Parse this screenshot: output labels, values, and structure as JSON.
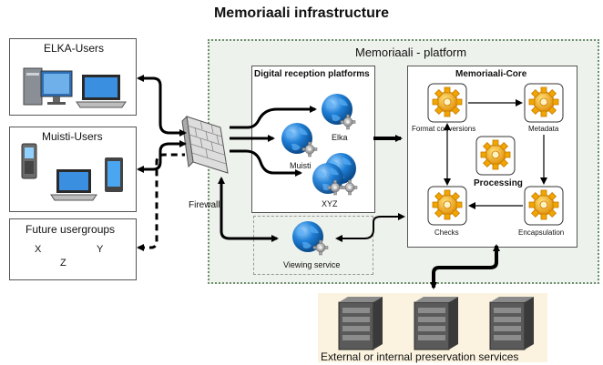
{
  "title": "Memoriaali infrastructure",
  "platform": {
    "label": "Memoriaali - platform"
  },
  "user_groups": {
    "elka": "ELKA-Users",
    "muisti": "Muisti-Users",
    "future": "Future usergroups",
    "future_letters": [
      "X",
      "Y",
      "Z"
    ]
  },
  "firewall": "Firewall",
  "reception": {
    "title": "Digital reception platforms",
    "items": [
      "Elka",
      "Muisti",
      "XYZ"
    ]
  },
  "core": {
    "title": "Memoriaali-Core",
    "nodes": [
      "Format conversions",
      "Metadata",
      "Processing",
      "Checks",
      "Encapsulation"
    ]
  },
  "viewing": "Viewing service",
  "preservation": "External or internal preservation services",
  "colors": {
    "platform_bg": "#eef2ec",
    "platform_border": "#6f8f6f",
    "preservation_bg": "#fbf3df",
    "globe": "#1f7fd6",
    "gear": "#f0a500"
  }
}
